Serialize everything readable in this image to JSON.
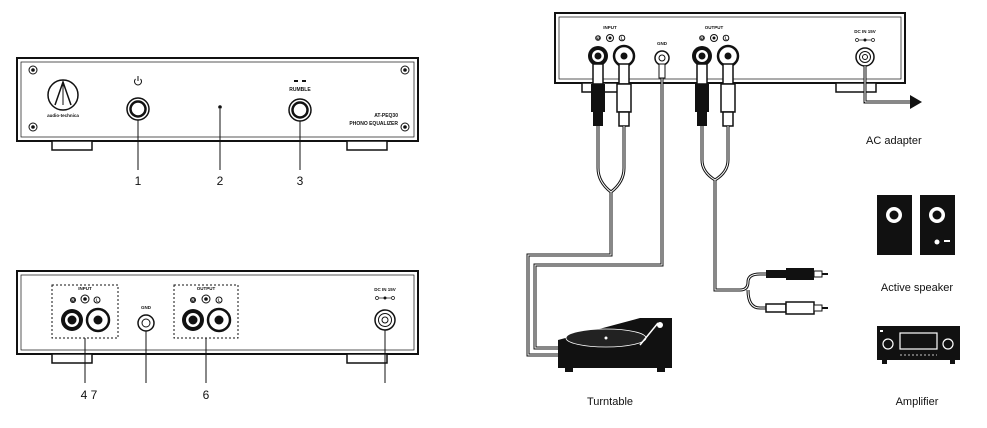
{
  "front_panel": {
    "brand": "audio-technica",
    "model": "AT-PEQ30",
    "product": "PHONO EQUALIZER",
    "rumble_label": "RUMBLE",
    "callouts": [
      "1",
      "2",
      "3"
    ]
  },
  "rear_panel": {
    "input_label": "INPUT",
    "output_label": "OUTPUT",
    "gnd_label": "GND",
    "dc_label": "DC IN 15V",
    "right_channel": "R",
    "left_channel": "L",
    "callouts": [
      "4 7",
      "6"
    ]
  },
  "connection": {
    "input_label": "INPUT",
    "output_label": "OUTPUT",
    "gnd_label": "GND",
    "dc_label": "DC IN 15V",
    "right_channel": "R",
    "left_channel": "L"
  },
  "devices": {
    "ac_adapter": "AC adapter",
    "active_speaker": "Active speaker",
    "amplifier": "Amplifier",
    "turntable": "Turntable"
  }
}
